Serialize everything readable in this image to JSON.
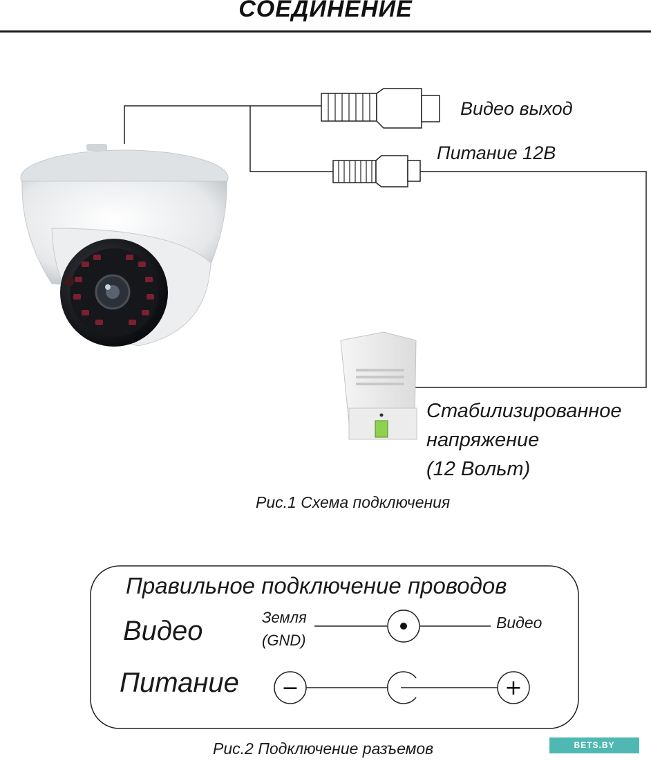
{
  "header": {
    "title": "СОЕДИНЕНИЕ"
  },
  "figure1": {
    "video_out_label": "Видео выход",
    "power_label": "Питание 12В",
    "stabilized_label_lines": [
      "Стабилизированное",
      "напряжение",
      "(12 Вольт)"
    ],
    "caption": "Рис.1 Схема подключения"
  },
  "figure2": {
    "box_title": "Правильное подключение проводов",
    "video_row_label": "Видео",
    "power_row_label": "Питание",
    "ground_label_lines": [
      "Земля",
      "(GND)"
    ],
    "video_signal_label": "Видео",
    "minus_symbol": "−",
    "plus_symbol": "+",
    "caption": "Рис.2 Подключение разъемов"
  },
  "watermark": {
    "text": "BETS.BY",
    "color": "#4fb8b3"
  }
}
